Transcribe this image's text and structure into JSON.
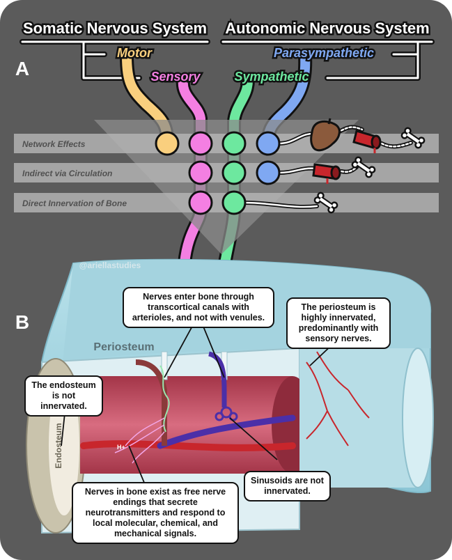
{
  "header": {
    "somatic": "Somatic Nervous System",
    "autonomic": "Autonomic Nervous System",
    "motor": "Motor",
    "sensory": "Sensory",
    "sympathetic": "Sympathetic",
    "parasympathetic": "Parasympathetic"
  },
  "panel_labels": {
    "a": "A",
    "b": "B"
  },
  "rows": {
    "network": "Network Effects",
    "circulation": "Indirect via Circulation",
    "direct": "Direct Innervation of Bone"
  },
  "watermark": {
    "handle": "@ariellastudies"
  },
  "bone_labels": {
    "periosteum": "Periosteum",
    "endosteum": "Endosteum",
    "ion": "H+"
  },
  "callouts": {
    "nerves_enter": "Nerves enter bone through transcortical canals with arterioles, and not with venules.",
    "periosteum_innervated": "The periosteum is highly innervated, predominantly with sensory nerves.",
    "endosteum": "The endosteum is not innervated.",
    "sinusoids": "Sinusoids are not innervated.",
    "free_endings": "Nerves in bone exist as free nerve endings that secrete neurotransmitters and respond to local molecular, chemical, and mechanical signals."
  },
  "colors": {
    "background": "#5b5b5b",
    "motor": "#f9cf7e",
    "sensory": "#f47fe2",
    "sympathetic": "#6de89f",
    "parasympathetic": "#7fa8f2",
    "bone": "#a8d8e4",
    "artery": "#c8262c",
    "vein": "#4b2fa8"
  },
  "icons": [
    "liver-icon",
    "blood-vessel-icon",
    "bone-icon"
  ]
}
